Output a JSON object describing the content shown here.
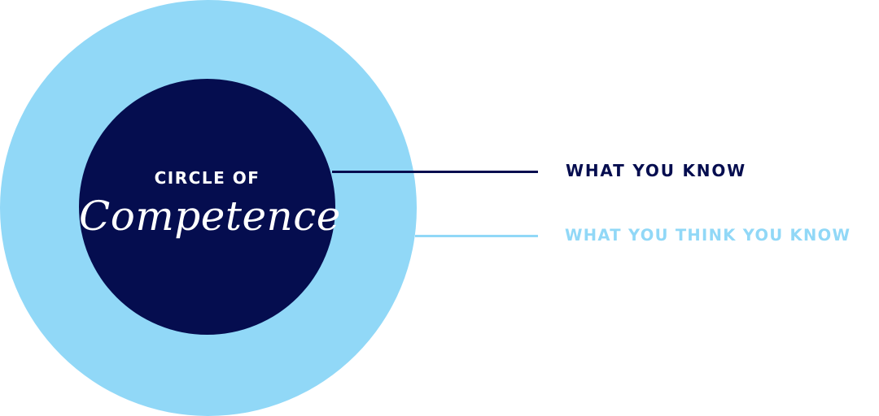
{
  "diagram": {
    "center": {
      "heading": "CIRCLE OF",
      "script": "Competence"
    },
    "labels": {
      "inner": "WHAT YOU KNOW",
      "outer": "WHAT YOU THINK YOU KNOW"
    }
  },
  "colors": {
    "inner_circle": "#050d4f",
    "outer_circle": "#91d8f7",
    "background": "#ffffff"
  }
}
